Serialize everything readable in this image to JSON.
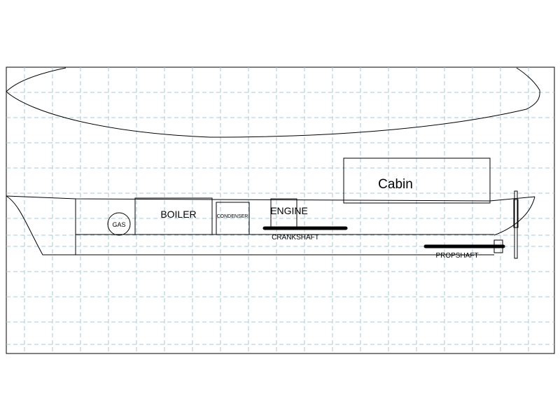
{
  "diagram": {
    "labels": {
      "cabin": "Cabin",
      "boiler": "BOILER",
      "condenser": "CONDENSER",
      "engine": "ENGINE",
      "crankshaft": "CRANKSHAFT",
      "propshaft": "PROPSHAFT",
      "gas": "GAS"
    },
    "colors": {
      "grid": "#a8c8d8",
      "line": "#000000",
      "background": "#ffffff"
    }
  }
}
